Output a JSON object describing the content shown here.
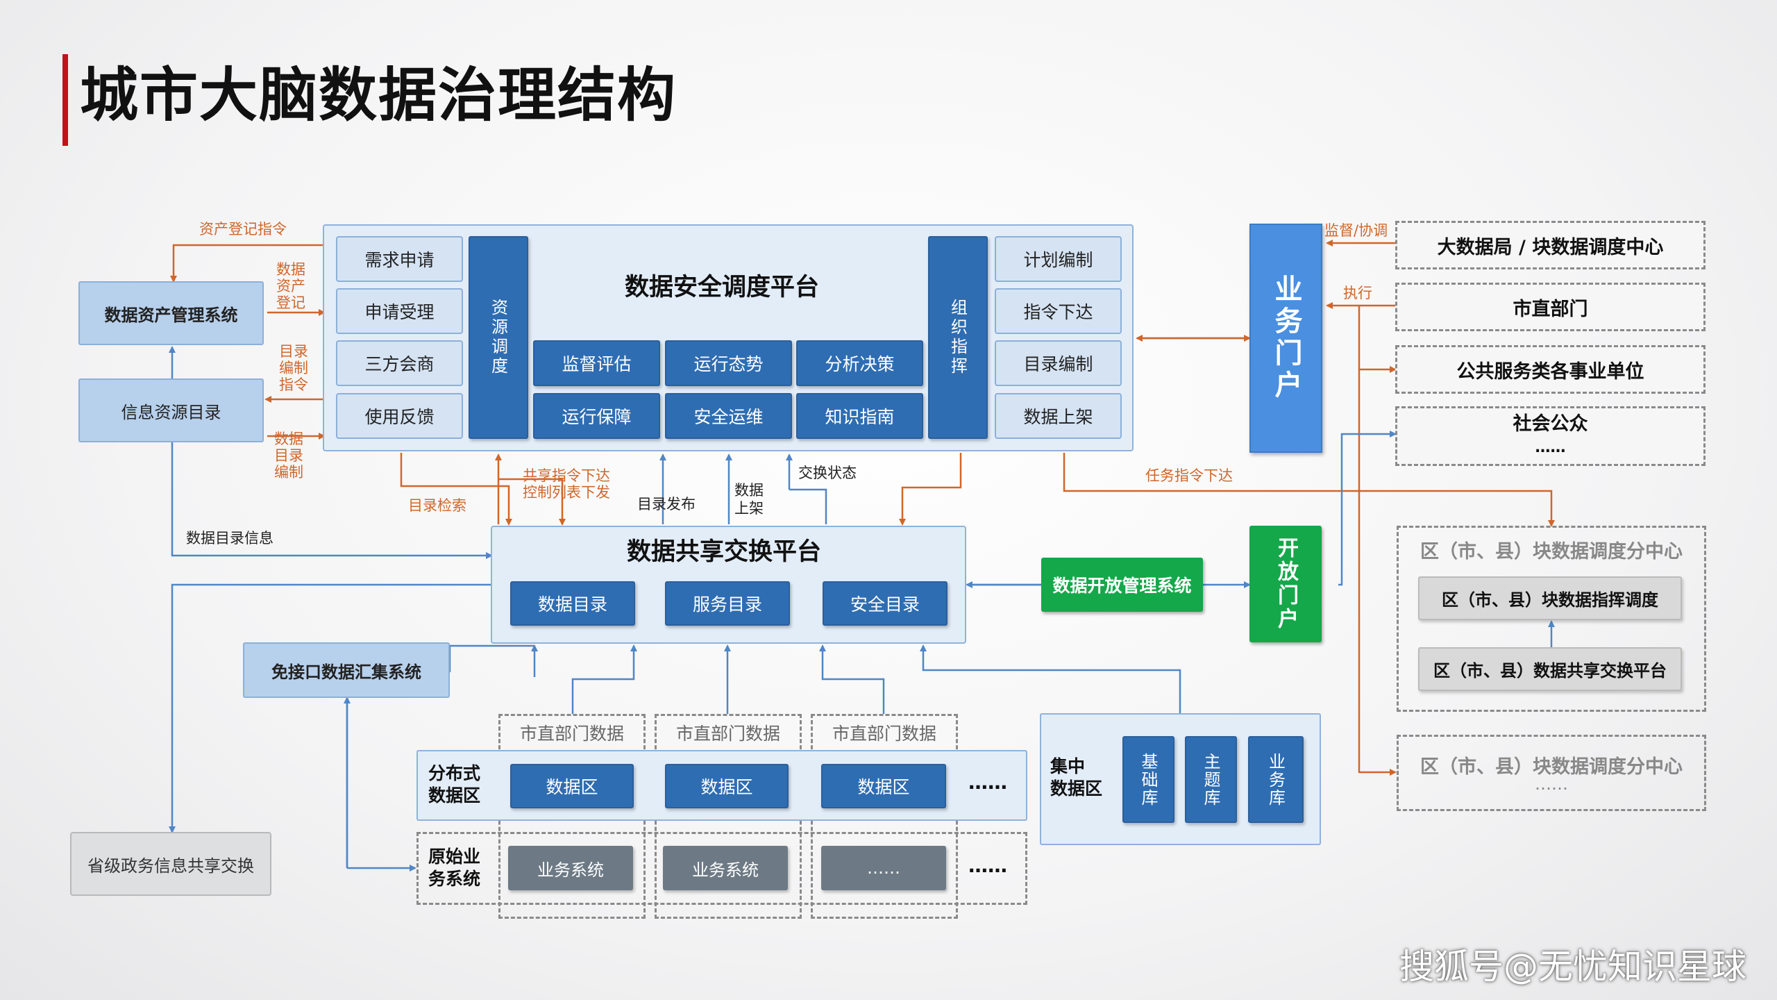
{
  "title": "城市大脑数据治理结构",
  "left": {
    "asset_mgmt": "数据资产管理系统",
    "info_catalog": "信息资源目录",
    "interface_free": "免接口数据汇集系统",
    "provincial": "省级政务信息共享交换"
  },
  "labels": {
    "asset_register_cmd": "资产登记指令",
    "data_asset_register": "数据\n资产\n登记",
    "catalog_compile_cmd": "目录\n编制\n指令",
    "data_catalog_compile": "数据\n目录\n编制",
    "catalog_search": "目录检索",
    "share_cmd": "共享指令下达\n控制列表下发",
    "catalog_publish": "目录发布",
    "data_listing": "数据\n上架",
    "exchange_status": "交换状态",
    "task_cmd": "任务指令下达",
    "data_catalog_info": "数据目录信息",
    "supervise": "监督/协调",
    "execute": "执行"
  },
  "security_platform": {
    "title": "数据安全调度平台",
    "left_items": [
      "需求申请",
      "申请受理",
      "三方会商",
      "使用反馈"
    ],
    "resource_dispatch": "资源调度",
    "org_command": "组织指挥",
    "middle_items": [
      "监督评估",
      "运行态势",
      "分析决策",
      "运行保障",
      "安全运维",
      "知识指南"
    ],
    "right_items": [
      "计划编制",
      "指令下达",
      "目录编制",
      "数据上架"
    ]
  },
  "business_portal": "业务门户",
  "open_portal": "开放门户",
  "open_mgmt": "数据开放管理系统",
  "right_dashed": [
    "大数据局 / 块数据调度中心",
    "市直部门",
    "公共服务类各事业单位",
    "社会公众",
    "……"
  ],
  "district1": {
    "title": "区（市、县）块数据调度分中心",
    "items": [
      "区（市、县）块数据指挥调度",
      "区（市、县）数据共享交换平台"
    ]
  },
  "district2": {
    "title": "区（市、县）块数据调度分中心",
    "dots": "……"
  },
  "exchange_platform": {
    "title": "数据共享交换平台",
    "items": [
      "数据目录",
      "服务目录",
      "安全目录"
    ]
  },
  "dept_data": [
    "市直部门数据",
    "市直部门数据",
    "市直部门数据"
  ],
  "distributed": {
    "label": "分布式\n数据区",
    "items": [
      "数据区",
      "数据区",
      "数据区"
    ],
    "more": "……"
  },
  "original": {
    "label": "原始业\n务系统",
    "items": [
      "业务系统",
      "业务系统",
      "……"
    ],
    "more": "……"
  },
  "central": {
    "label": "集中\n数据区",
    "items": [
      "基础库",
      "主题库",
      "业务库"
    ]
  },
  "watermark": "搜狐号@无忧知识星球",
  "colors": {
    "accent_red": "#c0121d",
    "dark_blue": "#2f6db2",
    "light_blue": "#d5e3f3",
    "green": "#14a84a",
    "orange": "#d0662b",
    "portal_blue": "#4a8fe0",
    "connector_blue": "#6fa3d6"
  }
}
